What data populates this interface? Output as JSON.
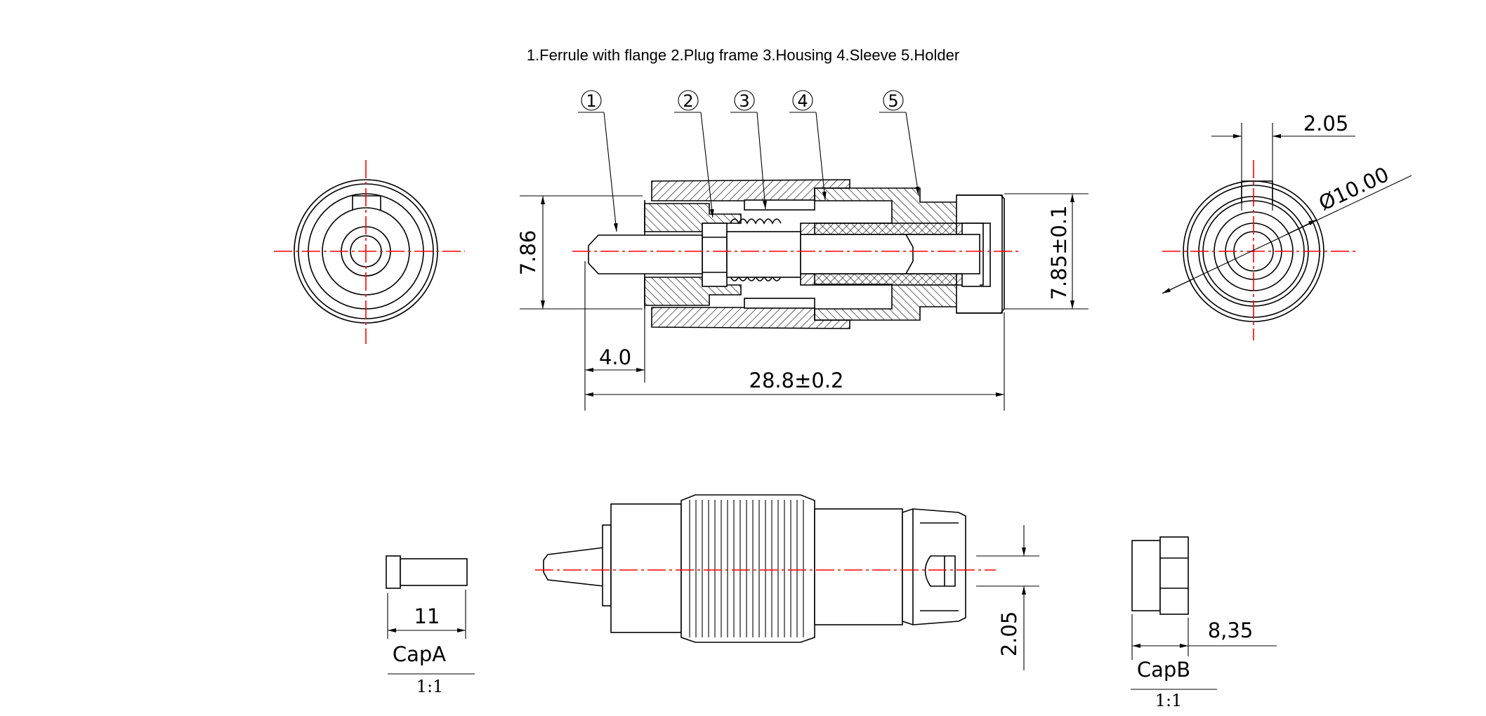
{
  "title": "1.Ferrule with flange 2.Plug frame 3.Housing 4.Sleeve 5.Holder",
  "balloons": [
    "1",
    "2",
    "3",
    "4",
    "5"
  ],
  "dimensions": {
    "height_left": "7.86",
    "height_right": "7.85±0.1",
    "ferrule_protrusion": "4.0",
    "overall_length": "28.8±0.2",
    "key_width": "2.05",
    "diameter": "Ø10.00",
    "key_width_side": "2.05",
    "cap_a_length": "11",
    "cap_b_length": "8,35"
  },
  "caps": {
    "cap_a": {
      "name": "CapA",
      "scale": "1:1"
    },
    "cap_b": {
      "name": "CapB",
      "scale": "1:1"
    }
  },
  "colors": {
    "centerline": "#ff0000",
    "line": "#000000"
  }
}
